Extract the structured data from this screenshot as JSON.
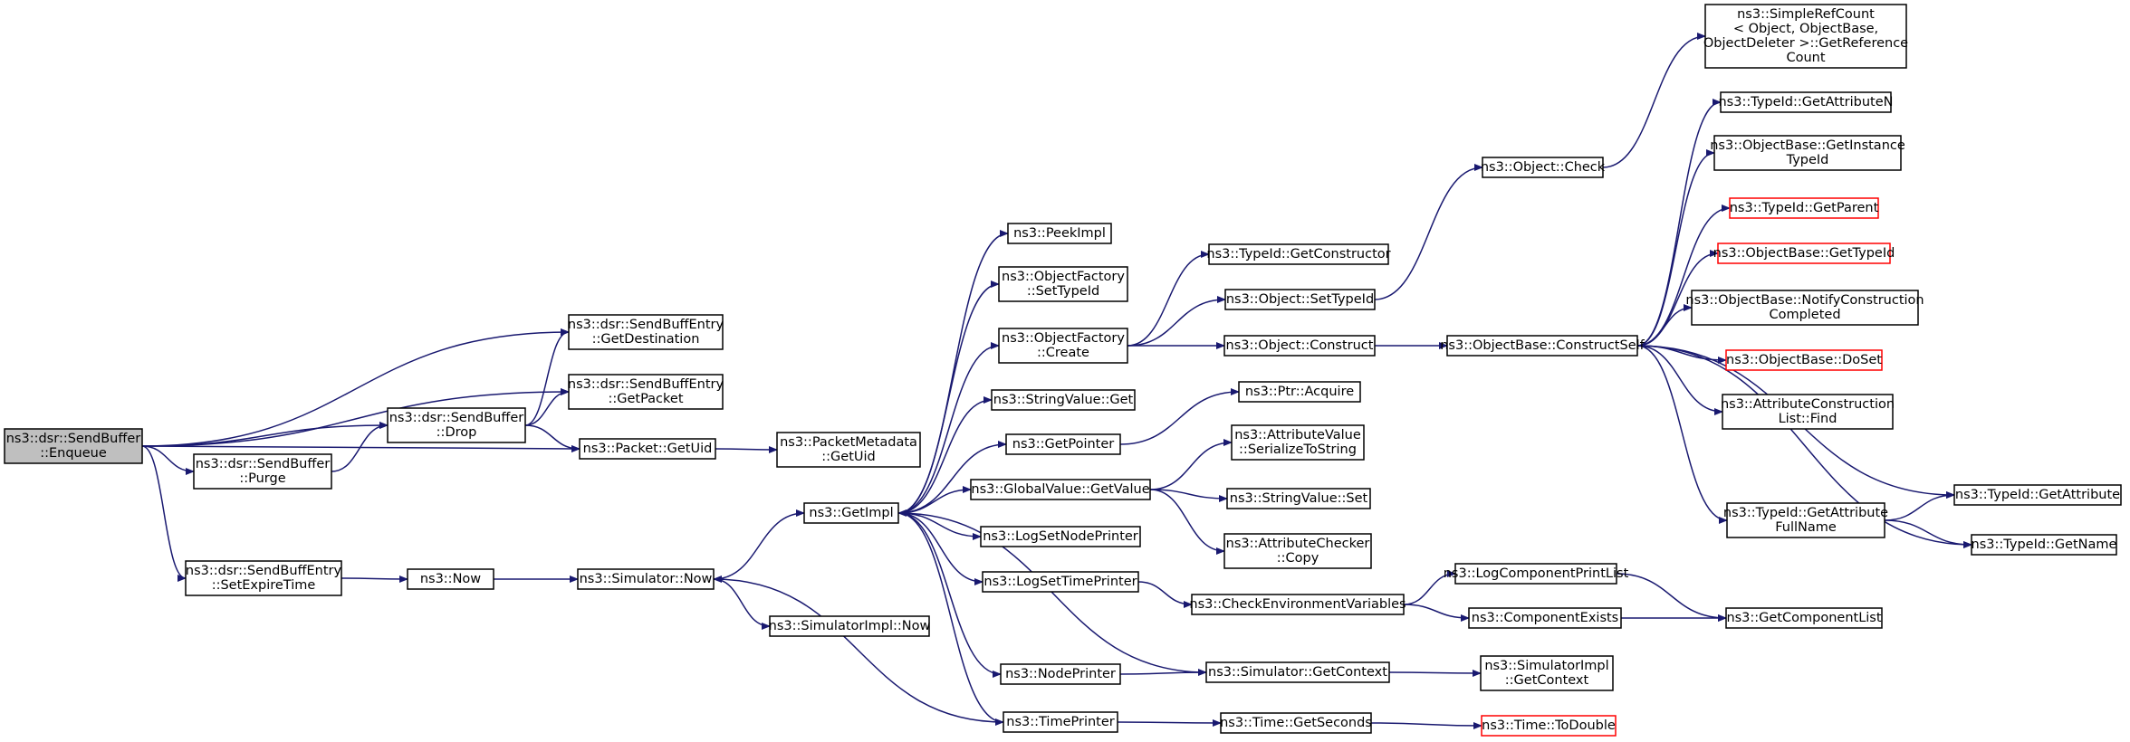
{
  "colors": {
    "edge": "#191970",
    "node_border": "#000000",
    "node_border_truncated": "#ff0000",
    "node_fill": "#ffffff",
    "root_fill": "#bfbfbf"
  },
  "nodes": [
    {
      "id": "enqueue",
      "lines": [
        "ns3::dsr::SendBuffer",
        "::Enqueue"
      ],
      "root": true
    },
    {
      "id": "getDestination",
      "lines": [
        "ns3::dsr::SendBuffEntry",
        "::GetDestination"
      ]
    },
    {
      "id": "getPacket",
      "lines": [
        "ns3::dsr::SendBuffEntry",
        "::GetPacket"
      ]
    },
    {
      "id": "drop",
      "lines": [
        "ns3::dsr::SendBuffer",
        "::Drop"
      ]
    },
    {
      "id": "purge",
      "lines": [
        "ns3::dsr::SendBuffer",
        "::Purge"
      ]
    },
    {
      "id": "packetGetUid",
      "lines": [
        "ns3::Packet::GetUid"
      ]
    },
    {
      "id": "metaGetUid",
      "lines": [
        "ns3::PacketMetadata",
        "::GetUid"
      ]
    },
    {
      "id": "setExpireTime",
      "lines": [
        "ns3::dsr::SendBuffEntry",
        "::SetExpireTime"
      ]
    },
    {
      "id": "now",
      "lines": [
        "ns3::Now"
      ]
    },
    {
      "id": "simNow",
      "lines": [
        "ns3::Simulator::Now"
      ]
    },
    {
      "id": "simImplNow",
      "lines": [
        "ns3::SimulatorImpl::Now"
      ]
    },
    {
      "id": "getImpl",
      "lines": [
        "ns3::GetImpl"
      ]
    },
    {
      "id": "peekImpl",
      "lines": [
        "ns3::PeekImpl"
      ]
    },
    {
      "id": "ofSetTypeId",
      "lines": [
        "ns3::ObjectFactory",
        "::SetTypeId"
      ]
    },
    {
      "id": "ofCreate",
      "lines": [
        "ns3::ObjectFactory",
        "::Create"
      ]
    },
    {
      "id": "stringValueGet",
      "lines": [
        "ns3::StringValue::Get"
      ]
    },
    {
      "id": "getPointer",
      "lines": [
        "ns3::GetPointer"
      ]
    },
    {
      "id": "gvGetValue",
      "lines": [
        "ns3::GlobalValue::GetValue"
      ]
    },
    {
      "id": "logSetNodePrinter",
      "lines": [
        "ns3::LogSetNodePrinter"
      ]
    },
    {
      "id": "logSetTimePrinter",
      "lines": [
        "ns3::LogSetTimePrinter"
      ]
    },
    {
      "id": "nodePrinter",
      "lines": [
        "ns3::NodePrinter"
      ]
    },
    {
      "id": "timePrinter",
      "lines": [
        "ns3::TimePrinter"
      ]
    },
    {
      "id": "tidGetConstructor",
      "lines": [
        "ns3::TypeId::GetConstructor"
      ]
    },
    {
      "id": "objSetTypeId",
      "lines": [
        "ns3::Object::SetTypeId"
      ]
    },
    {
      "id": "objConstruct",
      "lines": [
        "ns3::Object::Construct"
      ]
    },
    {
      "id": "ptrAcquire",
      "lines": [
        "ns3::Ptr::Acquire"
      ]
    },
    {
      "id": "avSerialize",
      "lines": [
        "ns3::AttributeValue",
        "::SerializeToString"
      ]
    },
    {
      "id": "svSet",
      "lines": [
        "ns3::StringValue::Set"
      ]
    },
    {
      "id": "acCopy",
      "lines": [
        "ns3::AttributeChecker",
        "::Copy"
      ]
    },
    {
      "id": "checkEnv",
      "lines": [
        "ns3::CheckEnvironmentVariables"
      ]
    },
    {
      "id": "simGetContext",
      "lines": [
        "ns3::Simulator::GetContext"
      ]
    },
    {
      "id": "timeGetSeconds",
      "lines": [
        "ns3::Time::GetSeconds"
      ]
    },
    {
      "id": "objCheck",
      "lines": [
        "ns3::Object::Check"
      ]
    },
    {
      "id": "constructSelf",
      "lines": [
        "ns3::ObjectBase::ConstructSelf"
      ]
    },
    {
      "id": "logCompPrintList",
      "lines": [
        "ns3::LogComponentPrintList"
      ]
    },
    {
      "id": "compExists",
      "lines": [
        "ns3::ComponentExists"
      ]
    },
    {
      "id": "simImplGetContext",
      "lines": [
        "ns3::SimulatorImpl",
        "::GetContext"
      ]
    },
    {
      "id": "timeToDouble",
      "lines": [
        "ns3::Time::ToDouble"
      ],
      "truncated": true
    },
    {
      "id": "simpleRefCount",
      "lines": [
        "ns3::SimpleRefCount",
        "< Object, ObjectBase,",
        "ObjectDeleter >::GetReference",
        "Count"
      ]
    },
    {
      "id": "tidGetAttributeN",
      "lines": [
        "ns3::TypeId::GetAttributeN"
      ]
    },
    {
      "id": "obGetInstanceTypeId",
      "lines": [
        "ns3::ObjectBase::GetInstance",
        "TypeId"
      ]
    },
    {
      "id": "tidGetParent",
      "lines": [
        "ns3::TypeId::GetParent"
      ],
      "truncated": true
    },
    {
      "id": "obGetTypeId",
      "lines": [
        "ns3::ObjectBase::GetTypeId"
      ],
      "truncated": true
    },
    {
      "id": "obNotifyConstruction",
      "lines": [
        "ns3::ObjectBase::NotifyConstruction",
        "Completed"
      ]
    },
    {
      "id": "obDoSet",
      "lines": [
        "ns3::ObjectBase::DoSet"
      ],
      "truncated": true
    },
    {
      "id": "aclFind",
      "lines": [
        "ns3::AttributeConstruction",
        "List::Find"
      ]
    },
    {
      "id": "tidGetAttrFullName",
      "lines": [
        "ns3::TypeId::GetAttribute",
        "FullName"
      ]
    },
    {
      "id": "getComponentList",
      "lines": [
        "ns3::GetComponentList"
      ]
    },
    {
      "id": "tidGetAttribute",
      "lines": [
        "ns3::TypeId::GetAttribute"
      ]
    },
    {
      "id": "tidGetName",
      "lines": [
        "ns3::TypeId::GetName"
      ]
    }
  ],
  "edges": [
    [
      "enqueue",
      "getDestination"
    ],
    [
      "enqueue",
      "getPacket"
    ],
    [
      "enqueue",
      "drop"
    ],
    [
      "enqueue",
      "purge"
    ],
    [
      "enqueue",
      "packetGetUid"
    ],
    [
      "enqueue",
      "setExpireTime"
    ],
    [
      "drop",
      "getDestination"
    ],
    [
      "drop",
      "getPacket"
    ],
    [
      "drop",
      "packetGetUid"
    ],
    [
      "purge",
      "drop"
    ],
    [
      "packetGetUid",
      "metaGetUid"
    ],
    [
      "setExpireTime",
      "now"
    ],
    [
      "now",
      "simNow"
    ],
    [
      "simNow",
      "getImpl"
    ],
    [
      "simNow",
      "simImplNow"
    ],
    [
      "getImpl",
      "peekImpl"
    ],
    [
      "getImpl",
      "ofSetTypeId"
    ],
    [
      "getImpl",
      "ofCreate"
    ],
    [
      "getImpl",
      "stringValueGet"
    ],
    [
      "getImpl",
      "getPointer"
    ],
    [
      "getImpl",
      "gvGetValue"
    ],
    [
      "getImpl",
      "logSetNodePrinter"
    ],
    [
      "getImpl",
      "logSetTimePrinter"
    ],
    [
      "getImpl",
      "nodePrinter"
    ],
    [
      "getImpl",
      "timePrinter"
    ],
    [
      "ofCreate",
      "tidGetConstructor"
    ],
    [
      "ofCreate",
      "objSetTypeId"
    ],
    [
      "ofCreate",
      "objConstruct"
    ],
    [
      "getPointer",
      "ptrAcquire"
    ],
    [
      "gvGetValue",
      "avSerialize"
    ],
    [
      "gvGetValue",
      "svSet"
    ],
    [
      "gvGetValue",
      "acCopy"
    ],
    [
      "logSetTimePrinter",
      "checkEnv"
    ],
    [
      "nodePrinter",
      "simGetContext"
    ],
    [
      "timePrinter",
      "timeGetSeconds"
    ],
    [
      "timePrinter",
      "simNow"
    ],
    [
      "simGetContext",
      "getImpl"
    ],
    [
      "simGetContext",
      "simImplGetContext"
    ],
    [
      "objSetTypeId",
      "objCheck"
    ],
    [
      "objConstruct",
      "constructSelf"
    ],
    [
      "checkEnv",
      "logCompPrintList"
    ],
    [
      "checkEnv",
      "compExists"
    ],
    [
      "timeGetSeconds",
      "timeToDouble"
    ],
    [
      "objCheck",
      "simpleRefCount"
    ],
    [
      "constructSelf",
      "tidGetAttributeN"
    ],
    [
      "constructSelf",
      "obGetInstanceTypeId"
    ],
    [
      "constructSelf",
      "tidGetParent"
    ],
    [
      "constructSelf",
      "obGetTypeId"
    ],
    [
      "constructSelf",
      "obNotifyConstruction"
    ],
    [
      "constructSelf",
      "obDoSet"
    ],
    [
      "constructSelf",
      "aclFind"
    ],
    [
      "constructSelf",
      "tidGetAttrFullName"
    ],
    [
      "constructSelf",
      "tidGetAttribute"
    ],
    [
      "constructSelf",
      "tidGetName"
    ],
    [
      "tidGetAttrFullName",
      "tidGetAttribute"
    ],
    [
      "tidGetAttrFullName",
      "tidGetName"
    ],
    [
      "logCompPrintList",
      "getComponentList"
    ],
    [
      "compExists",
      "getComponentList"
    ]
  ]
}
